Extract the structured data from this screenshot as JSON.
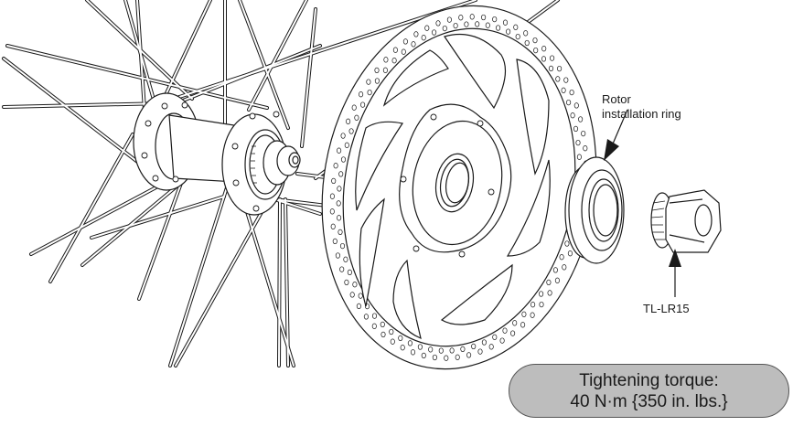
{
  "diagram": {
    "subject": "Center-lock disc rotor installation on front hub",
    "components": [
      {
        "id": "wheel-hub",
        "name": "Hub with spokes"
      },
      {
        "id": "disc-rotor",
        "name": "Disc brake rotor (center lock)"
      },
      {
        "id": "rotor-installation-ring",
        "name": "Rotor installation ring"
      },
      {
        "id": "tool",
        "name": "TL-LR15"
      }
    ]
  },
  "labels": {
    "rotor_ring_line1": "Rotor",
    "rotor_ring_line2": "installation ring",
    "tool": "TL-LR15"
  },
  "torque": {
    "line1": "Tightening torque:",
    "line2": "40 N·m {350 in. lbs.}"
  },
  "colors": {
    "line": "#1a1a1a",
    "box_fill": "#bdbdbd",
    "box_border": "#555555",
    "background": "#ffffff"
  }
}
